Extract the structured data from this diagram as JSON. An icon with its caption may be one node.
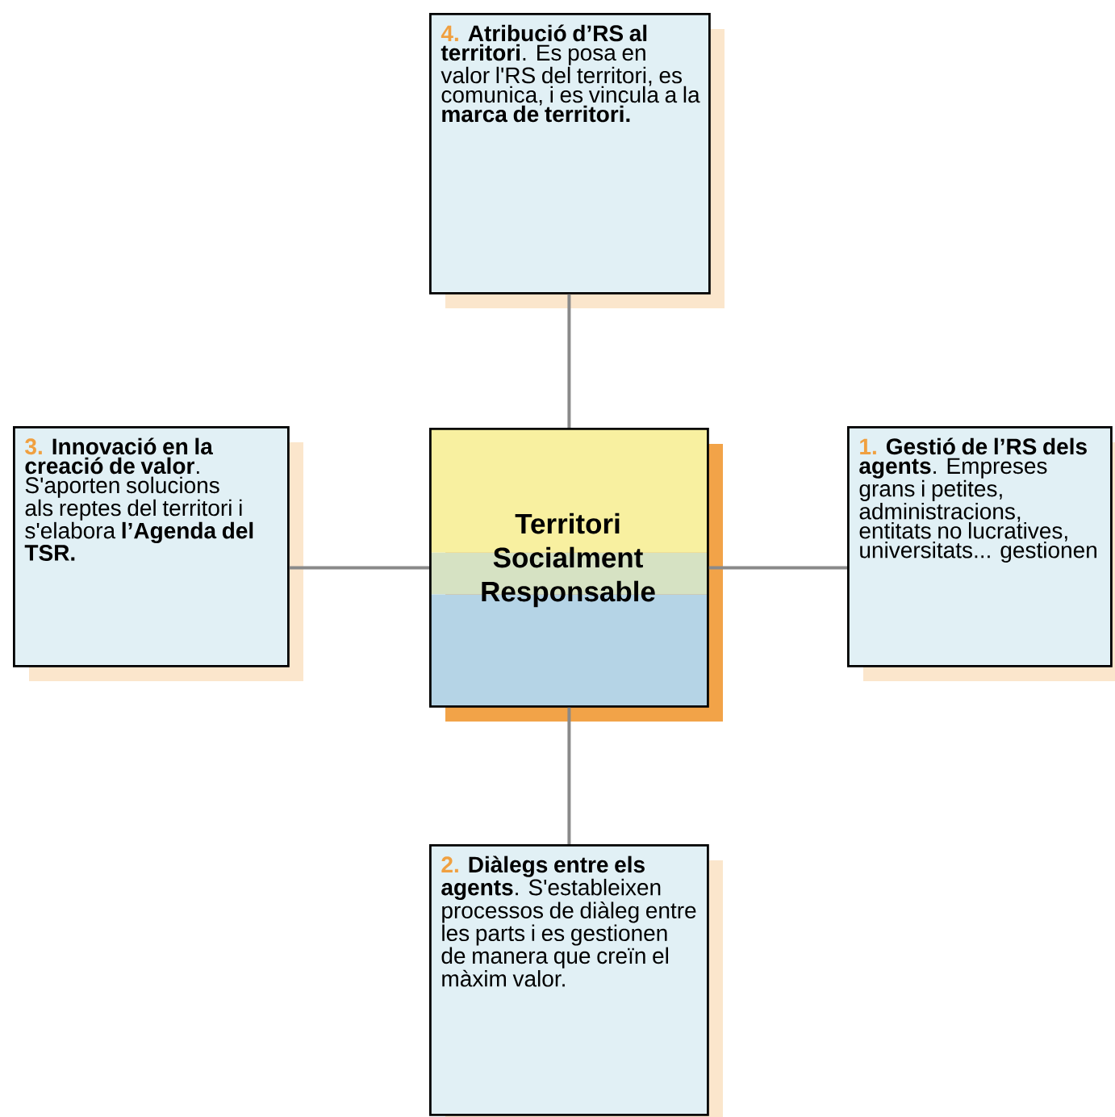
{
  "diagram": {
    "nodes": [
      {
        "text": [
          "4.",
          "**Atribució d’RS al territori**. Es posa en valor l'RS del territori, es comunica, i es vincula a la **marca de territori.**"
        ]
      },
      {
        "text": [
          "3.",
          "**Innovació en la creació de valor**. S'aporten solucions als reptes del territori i s'elabora **l’Agenda del TSR.**"
        ]
      },
      {
        "text": [
          "Territori Socialment Responsable"
        ]
      },
      {
        "text": [
          "1.",
          "**Gestió de l’RS dels agents**. Empreses grans i petites, administracions, entitats no lucratives, universitats... gestionen"
        ]
      },
      {
        "text": [
          "2.",
          "**Diàlegs entre els agents**. S'estableixen processos de diàleg entre les parts i es gestionen de manera que creïn el màxim valor."
        ]
      }
    ],
    "edges": [
      {
        "from": 2,
        "to": 0,
        "arrow": "none"
      },
      {
        "from": 2,
        "to": 1,
        "arrow": "none"
      },
      {
        "from": 2,
        "to": 3,
        "arrow": "none"
      },
      {
        "from": 2,
        "to": 4,
        "arrow": "none"
      }
    ]
  }
}
